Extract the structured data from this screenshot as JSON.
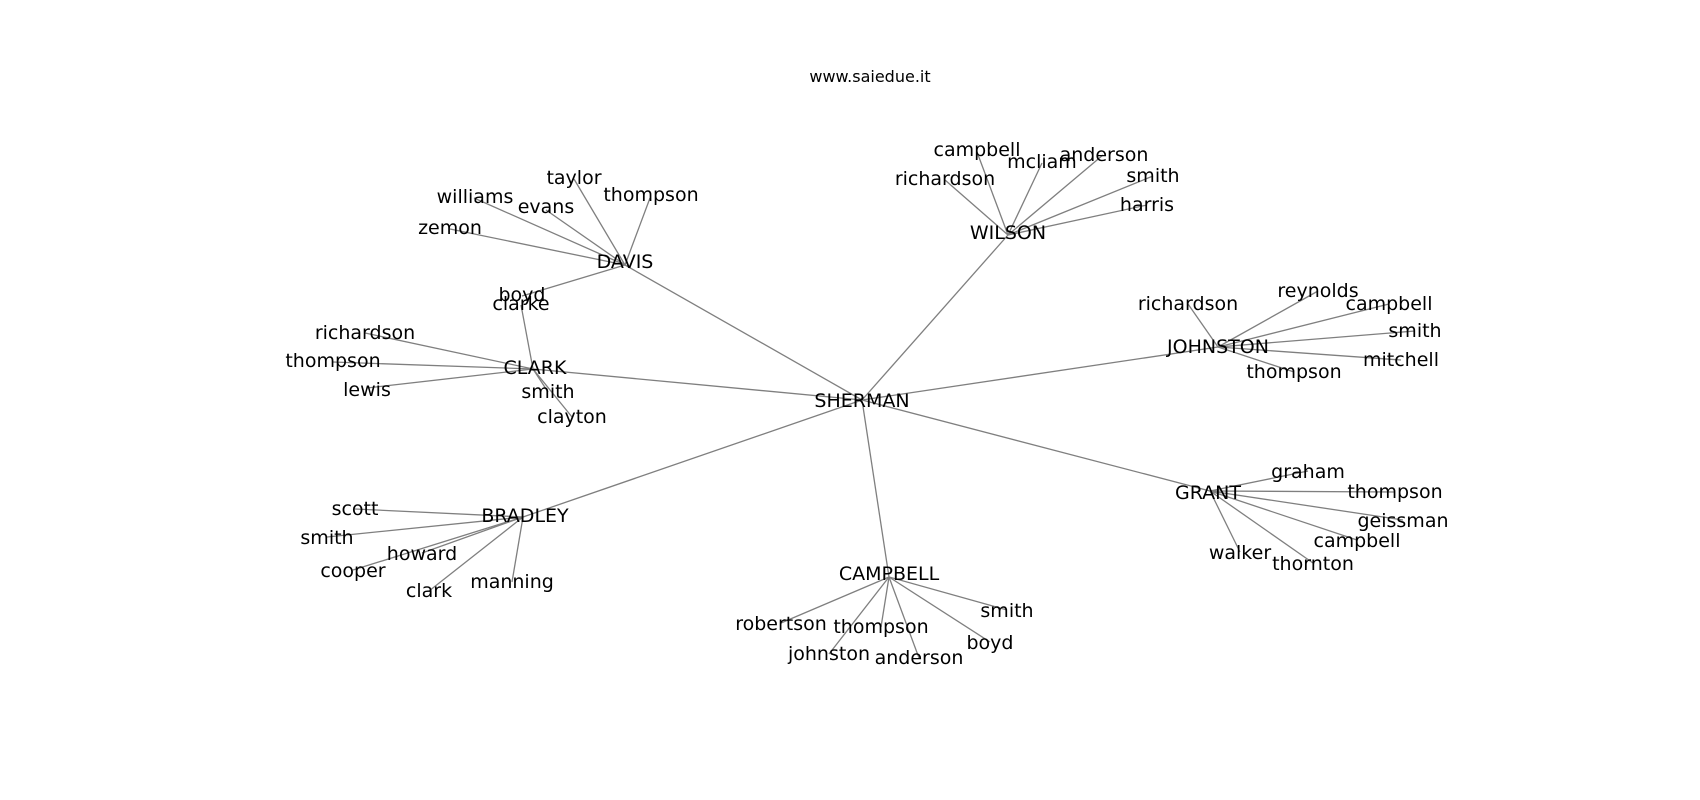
{
  "title": "www.saiedue.it",
  "root": "SHERMAN",
  "colors": {
    "edge": "#7f7f7f",
    "text": "#000000",
    "background": "#ffffff"
  },
  "hubs": [
    {
      "id": "davis",
      "label": "DAVIS",
      "leaves": [
        "taylor",
        "thompson",
        "williams",
        "evans",
        "zemon",
        "boyd"
      ]
    },
    {
      "id": "wilson",
      "label": "WILSON",
      "leaves": [
        "campbell",
        "mcliam",
        "anderson",
        "richardson",
        "smith",
        "harris"
      ]
    },
    {
      "id": "clark",
      "label": "CLARK",
      "leaves": [
        "clarke",
        "richardson",
        "thompson",
        "lewis",
        "smith",
        "clayton"
      ]
    },
    {
      "id": "johnston",
      "label": "JOHNSTON",
      "leaves": [
        "richardson",
        "reynolds",
        "campbell",
        "smith",
        "mitchell",
        "thompson"
      ]
    },
    {
      "id": "grant",
      "label": "GRANT",
      "leaves": [
        "graham",
        "thompson",
        "geissman",
        "campbell",
        "walker",
        "thornton"
      ]
    },
    {
      "id": "bradley",
      "label": "BRADLEY",
      "leaves": [
        "scott",
        "smith",
        "howard",
        "cooper",
        "clark",
        "manning"
      ]
    },
    {
      "id": "campbell",
      "label": "CAMPBELL",
      "leaves": [
        "smith",
        "robertson",
        "thompson",
        "boyd",
        "johnston",
        "anderson"
      ]
    }
  ]
}
